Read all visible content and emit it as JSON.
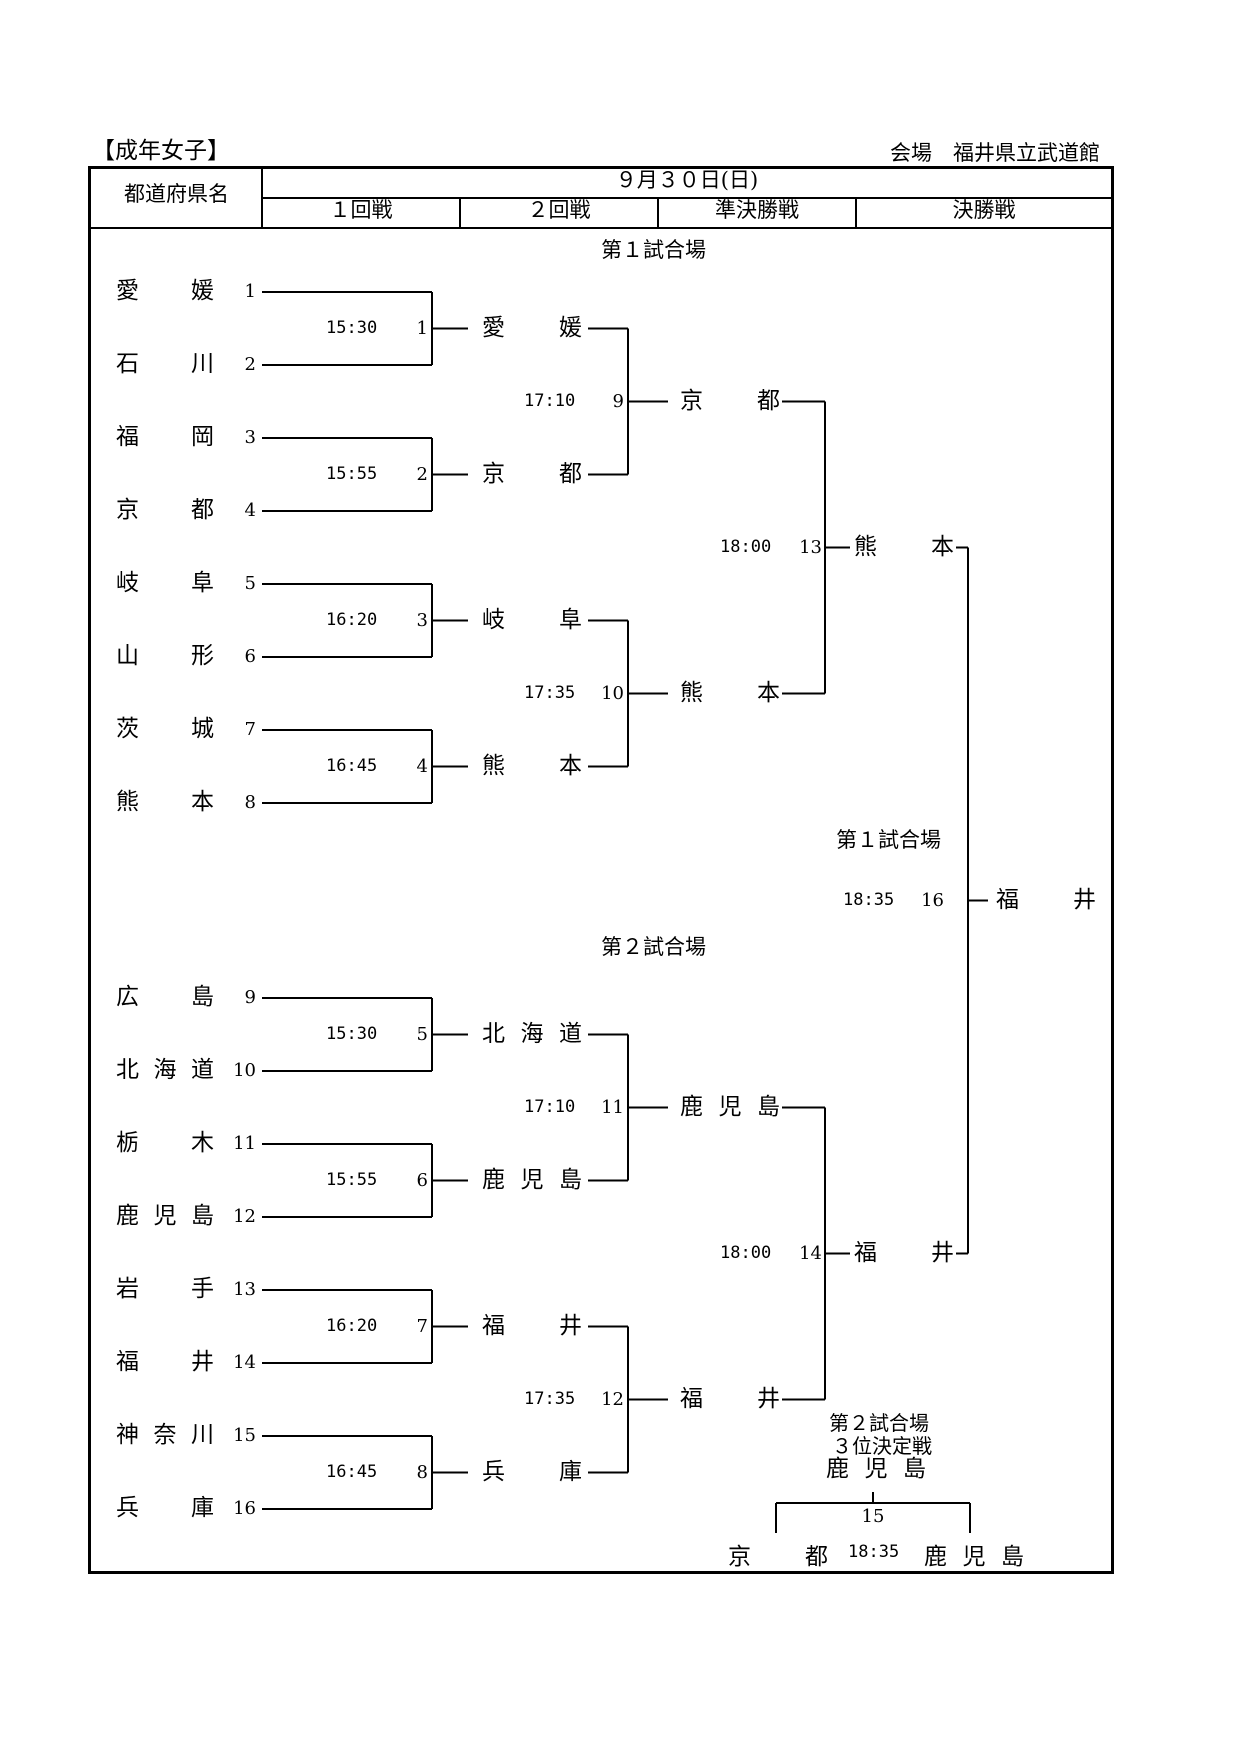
{
  "header": {
    "category": "【成年女子】",
    "venue": "会場　福井県立武道館"
  },
  "table_header": {
    "pref_col": "都道府県名",
    "date": "９月３０日(日)",
    "rounds": [
      "１回戦",
      "２回戦",
      "準決勝戦",
      "決勝戦"
    ]
  },
  "courts": {
    "court1": "第１試合場",
    "court2": "第２試合場",
    "final_court": "第１試合場",
    "third_court": "第２試合場",
    "third_label": "３位決定戦"
  },
  "entrants": [
    {
      "name": "愛媛",
      "seed": "1"
    },
    {
      "name": "石川",
      "seed": "2"
    },
    {
      "name": "福岡",
      "seed": "3"
    },
    {
      "name": "京都",
      "seed": "4"
    },
    {
      "name": "岐阜",
      "seed": "5"
    },
    {
      "name": "山形",
      "seed": "6"
    },
    {
      "name": "茨城",
      "seed": "7"
    },
    {
      "name": "熊本",
      "seed": "8"
    },
    {
      "name": "広島",
      "seed": "9"
    },
    {
      "name": "北海道",
      "seed": "10"
    },
    {
      "name": "栃木",
      "seed": "11"
    },
    {
      "name": "鹿児島",
      "seed": "12"
    },
    {
      "name": "岩手",
      "seed": "13"
    },
    {
      "name": "福井",
      "seed": "14"
    },
    {
      "name": "神奈川",
      "seed": "15"
    },
    {
      "name": "兵庫",
      "seed": "16"
    }
  ],
  "round1": [
    {
      "match": "1",
      "time": "15:30",
      "winner": "愛媛"
    },
    {
      "match": "2",
      "time": "15:55",
      "winner": "京都"
    },
    {
      "match": "3",
      "time": "16:20",
      "winner": "岐阜"
    },
    {
      "match": "4",
      "time": "16:45",
      "winner": "熊本"
    },
    {
      "match": "5",
      "time": "15:30",
      "winner": "北海道"
    },
    {
      "match": "6",
      "time": "15:55",
      "winner": "鹿児島"
    },
    {
      "match": "7",
      "time": "16:20",
      "winner": "福井"
    },
    {
      "match": "8",
      "time": "16:45",
      "winner": "兵庫"
    }
  ],
  "round2": [
    {
      "match": "9",
      "time": "17:10",
      "winner": "京都"
    },
    {
      "match": "10",
      "time": "17:35",
      "winner": "熊本"
    },
    {
      "match": "11",
      "time": "17:10",
      "winner": "鹿児島"
    },
    {
      "match": "12",
      "time": "17:35",
      "winner": "福井"
    }
  ],
  "semis": [
    {
      "match": "13",
      "time": "18:00",
      "winner": "熊本"
    },
    {
      "match": "14",
      "time": "18:00",
      "winner": "福井"
    }
  ],
  "final": {
    "match": "16",
    "time": "18:35",
    "winner": "福井"
  },
  "third_place": {
    "match": "15",
    "time": "18:35",
    "winner": "鹿児島",
    "left": "京都",
    "right": "鹿児島"
  }
}
